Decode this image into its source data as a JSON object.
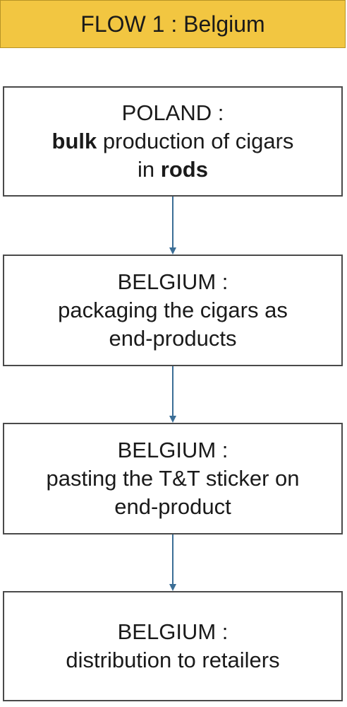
{
  "header": {
    "title": "FLOW 1 : Belgium"
  },
  "steps": [
    {
      "country": "POLAND :",
      "line2": {
        "bold": "bulk",
        "rest": " production of cigars"
      },
      "line3": {
        "pre": "in ",
        "bold": "rods"
      }
    },
    {
      "country": "BELGIUM :",
      "line2": "packaging the cigars as",
      "line3": "end-products"
    },
    {
      "country": "BELGIUM :",
      "line2": "pasting the T&T sticker on",
      "line3": "end-product"
    },
    {
      "country": "BELGIUM :",
      "line2": "distribution to retailers"
    }
  ],
  "colors": {
    "header_fill": "#f2c641",
    "arrow": "#3b6e96",
    "box_border": "#4a4a4a"
  }
}
